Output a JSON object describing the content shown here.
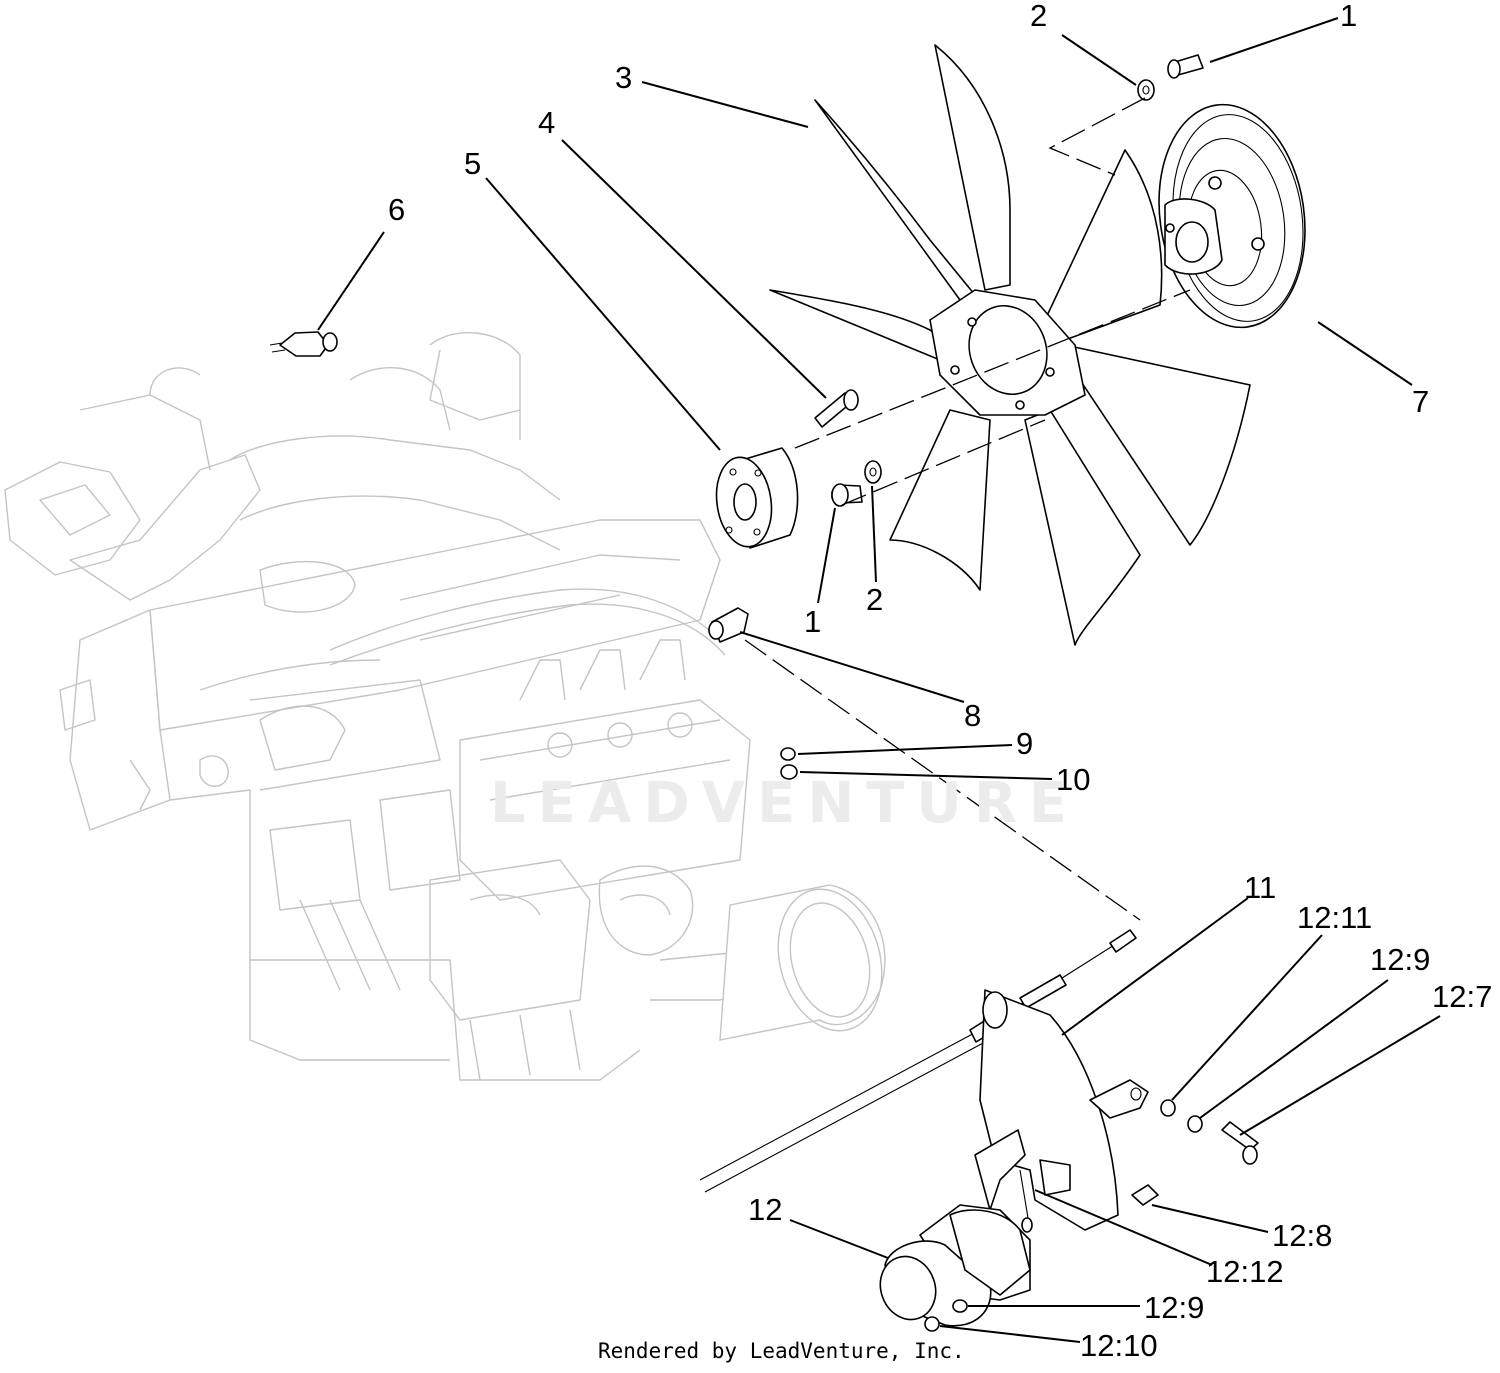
{
  "watermark": "LEADVENTURE",
  "credit": "Rendered by LeadVenture, Inc.",
  "callouts": [
    {
      "id": "c1a",
      "text": "1"
    },
    {
      "id": "c2a",
      "text": "2"
    },
    {
      "id": "c3",
      "text": "3"
    },
    {
      "id": "c4",
      "text": "4"
    },
    {
      "id": "c5",
      "text": "5"
    },
    {
      "id": "c6",
      "text": "6"
    },
    {
      "id": "c7",
      "text": "7"
    },
    {
      "id": "c1b",
      "text": "1"
    },
    {
      "id": "c2b",
      "text": "2"
    },
    {
      "id": "c8",
      "text": "8"
    },
    {
      "id": "c9",
      "text": "9"
    },
    {
      "id": "c10",
      "text": "10"
    },
    {
      "id": "c11",
      "text": "11"
    },
    {
      "id": "c12_11",
      "text": "12:11"
    },
    {
      "id": "c12_9a",
      "text": "12:9"
    },
    {
      "id": "c12_7",
      "text": "12:7"
    },
    {
      "id": "c12",
      "text": "12"
    },
    {
      "id": "c12_8",
      "text": "12:8"
    },
    {
      "id": "c12_12",
      "text": "12:12"
    },
    {
      "id": "c12_9b",
      "text": "12:9"
    },
    {
      "id": "c12_10",
      "text": "12:10"
    }
  ]
}
